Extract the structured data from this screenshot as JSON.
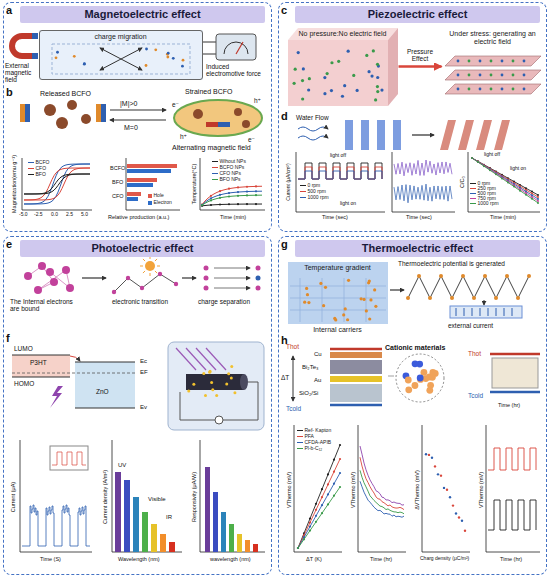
{
  "diagram": {
    "nodes": [
      {
        "text": [
          "Magnetoelectric effect"
        ]
      },
      {
        "text": [
          "charge migration"
        ],
        "in": 0
      },
      {
        "text": [
          "Piezoelectric effect"
        ]
      },
      {
        "text": [
          "No pressure:No electric field"
        ],
        "in": 2
      },
      {
        "text": [
          "Under stress: generating an electric field"
        ],
        "in": 2
      },
      {
        "text": [
          "Photoelectric effect"
        ]
      },
      {
        "text": [
          "Thermoelectric effect"
        ]
      },
      {
        "text": [
          "Temperature gradient",
          "Internal carriers"
        ],
        "in": 6
      }
    ],
    "edges": [
      {
        "from": 3,
        "to": 4,
        "label": "Pressure Effect",
        "arrow": "to"
      }
    ],
    "labels": [
      "a",
      "External magnetic field",
      "Induced electromotive force",
      "b",
      "Released BCFO",
      "|M|>0",
      "M=0",
      "Strained BCFO",
      "e⁻",
      "h⁺",
      "e⁻",
      "h⁺",
      "Alternating magnetic field",
      "Magnetization(emu g⁻¹)",
      "-5.0",
      "-2.5",
      "0.0",
      "2.5",
      "5.0",
      "BCFO",
      "BFO",
      "CFO",
      "Relative production (a.u.)",
      "Temperature(°C)",
      "Time (min)",
      "c",
      "d",
      "Water Flow",
      "light off",
      "light on",
      "Current (μA/cm²)",
      "Time (sec)",
      "Time (sec)",
      "light off",
      "light on",
      "C/C₀",
      "Time (min)",
      "e",
      "The Internal electrons are bound",
      "electronic transition",
      "charge separation",
      "f",
      "LUMO",
      "P3HT",
      "HOMO",
      "ZnO",
      "Ec",
      "EF",
      "Ev",
      "Current (μA)",
      "Time (S)",
      "Current density (A/m²)",
      "UV",
      "Visible",
      "IR",
      "Wavelength (nm)",
      "Responsivity (μA/W)",
      "wavelength (nm)",
      "g",
      "Thermoelectric potential is generated",
      "external current",
      "h",
      "Thot",
      "Cu",
      "Bi₂Te₃",
      "Au",
      "SiO₂/Si",
      "ΔT",
      "Tcold",
      "Cationic materials",
      "Thot",
      "Tcold",
      "Time (hr)",
      "VThermo (mV)",
      "ΔT (K)",
      "VThermo (mV)",
      "Time (hr)",
      "ΔVThermo (mV)",
      "Charg density (μC/m²)",
      "VThermo (mV)",
      "Time (hr)"
    ],
    "legend": [
      {
        "text": "BCFO"
      },
      {
        "text": "CFO"
      },
      {
        "text": "BFO"
      },
      {
        "text": "Hole",
        "color": "#e0584a"
      },
      {
        "text": "Electron",
        "color": "#2d6cc8"
      },
      {
        "text": "Wihout NPs"
      },
      {
        "text": "BCFO NPs"
      },
      {
        "text": "CFO NPs"
      },
      {
        "text": "BFO NPs"
      },
      {
        "text": "0 rpm"
      },
      {
        "text": "500 rpm"
      },
      {
        "text": "1000 rpm"
      },
      {
        "text": "0 rpm"
      },
      {
        "text": "250 rpm"
      },
      {
        "text": "500 rpm"
      },
      {
        "text": "750 rpm"
      },
      {
        "text": "1000 rpm"
      },
      {
        "text": "Ref- Kapton"
      },
      {
        "text": "PFA"
      },
      {
        "text": "CFDA-APIB"
      },
      {
        "text": "Pl-b-C₁₂"
      }
    ]
  }
}
